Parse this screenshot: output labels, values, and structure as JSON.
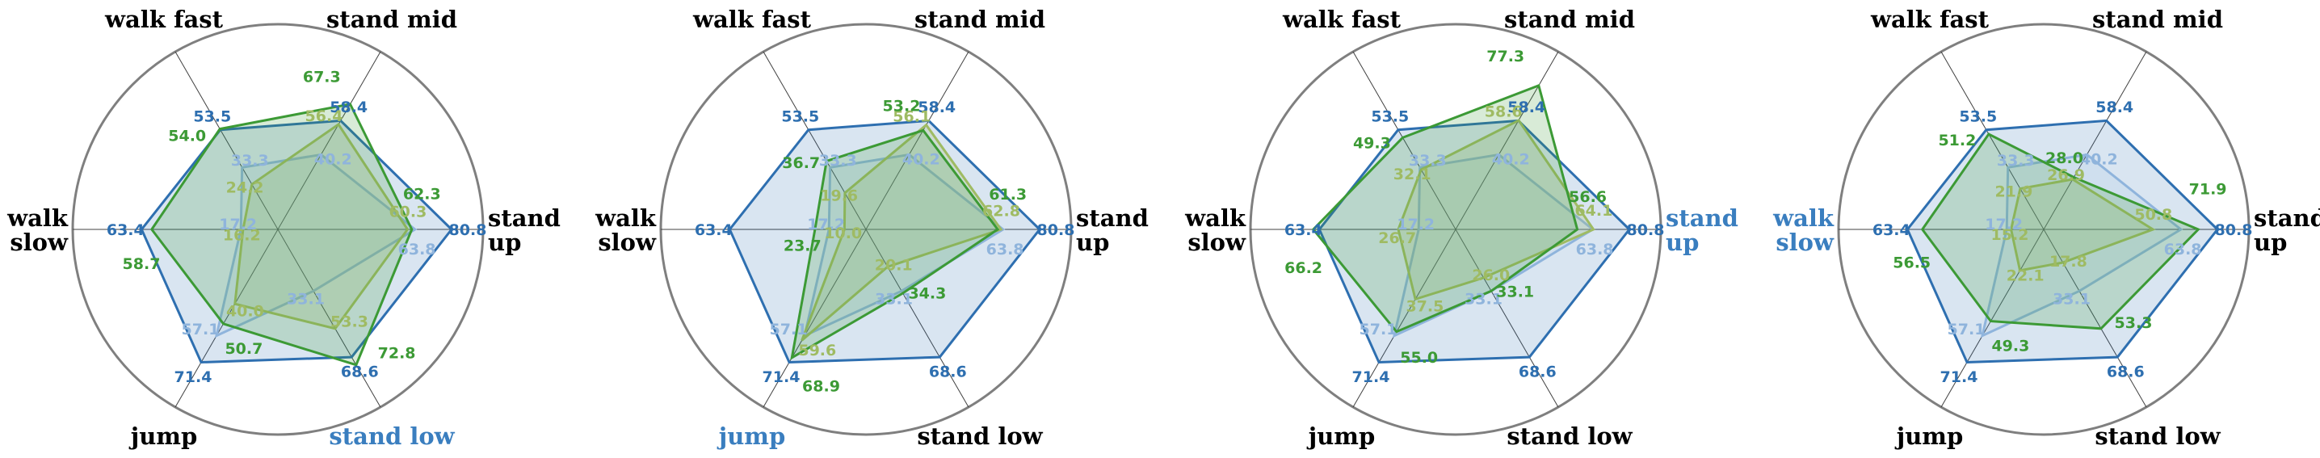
{
  "colors": {
    "dark_blue": "#2e6fb0",
    "light_blue": "#8fb4dc",
    "dark_green": "#3c9a35",
    "light_green": "#9fbb63",
    "highlight_label": "#3a7ebf",
    "circle": "#7f7f7f",
    "spokes": "#404040"
  },
  "chart_data": [
    {
      "type": "radar",
      "axes": [
        "stand up",
        "stand mid",
        "walk fast",
        "walk slow",
        "jump",
        "stand low"
      ],
      "highlight_axis": "stand low",
      "series": [
        {
          "color_key": "dark_blue",
          "values": [
            80.8,
            58.4,
            53.5,
            63.4,
            71.4,
            68.6
          ]
        },
        {
          "color_key": "light_blue",
          "values": [
            63.8,
            40.2,
            33.3,
            17.2,
            57.1,
            33.1
          ]
        },
        {
          "color_key": "light_green",
          "values": [
            60.3,
            56.4,
            24.2,
            16.2,
            40.0,
            53.3
          ]
        },
        {
          "color_key": "dark_green",
          "values": [
            62.3,
            67.3,
            54.0,
            58.7,
            50.7,
            72.8
          ]
        }
      ]
    },
    {
      "type": "radar",
      "axes": [
        "stand up",
        "stand mid",
        "walk fast",
        "walk slow",
        "jump",
        "stand low"
      ],
      "highlight_axis": "jump",
      "series": [
        {
          "color_key": "dark_blue",
          "values": [
            80.8,
            58.4,
            53.5,
            63.4,
            71.4,
            68.6
          ]
        },
        {
          "color_key": "light_blue",
          "values": [
            63.8,
            40.2,
            33.3,
            17.2,
            57.1,
            33.1
          ]
        },
        {
          "color_key": "light_green",
          "values": [
            62.8,
            56.1,
            19.6,
            10.0,
            59.6,
            20.1
          ]
        },
        {
          "color_key": "dark_green",
          "values": [
            61.3,
            53.2,
            36.7,
            23.7,
            68.9,
            34.3
          ]
        }
      ]
    },
    {
      "type": "radar",
      "axes": [
        "stand up",
        "stand mid",
        "walk fast",
        "walk slow",
        "jump",
        "stand low"
      ],
      "highlight_axis": "stand up",
      "series": [
        {
          "color_key": "dark_blue",
          "values": [
            80.8,
            58.4,
            53.5,
            63.4,
            71.4,
            68.6
          ]
        },
        {
          "color_key": "light_blue",
          "values": [
            63.8,
            40.2,
            33.3,
            17.2,
            57.1,
            33.1
          ]
        },
        {
          "color_key": "light_green",
          "values": [
            64.1,
            58.6,
            32.1,
            26.7,
            37.5,
            26.0
          ]
        },
        {
          "color_key": "dark_green",
          "values": [
            56.6,
            77.3,
            49.3,
            66.2,
            55.0,
            33.1
          ]
        }
      ]
    },
    {
      "type": "radar",
      "axes": [
        "stand up",
        "stand mid",
        "walk fast",
        "walk slow",
        "jump",
        "stand low"
      ],
      "highlight_axis": "walk slow",
      "series": [
        {
          "color_key": "dark_blue",
          "values": [
            80.8,
            58.4,
            53.5,
            63.4,
            71.4,
            68.6
          ]
        },
        {
          "color_key": "light_blue",
          "values": [
            63.8,
            40.2,
            33.3,
            17.2,
            57.1,
            33.1
          ]
        },
        {
          "color_key": "light_green",
          "values": [
            50.8,
            26.9,
            21.9,
            15.2,
            22.1,
            17.8
          ]
        },
        {
          "color_key": "dark_green",
          "values": [
            71.9,
            28.0,
            51.2,
            56.5,
            49.3,
            53.3
          ]
        }
      ]
    }
  ]
}
